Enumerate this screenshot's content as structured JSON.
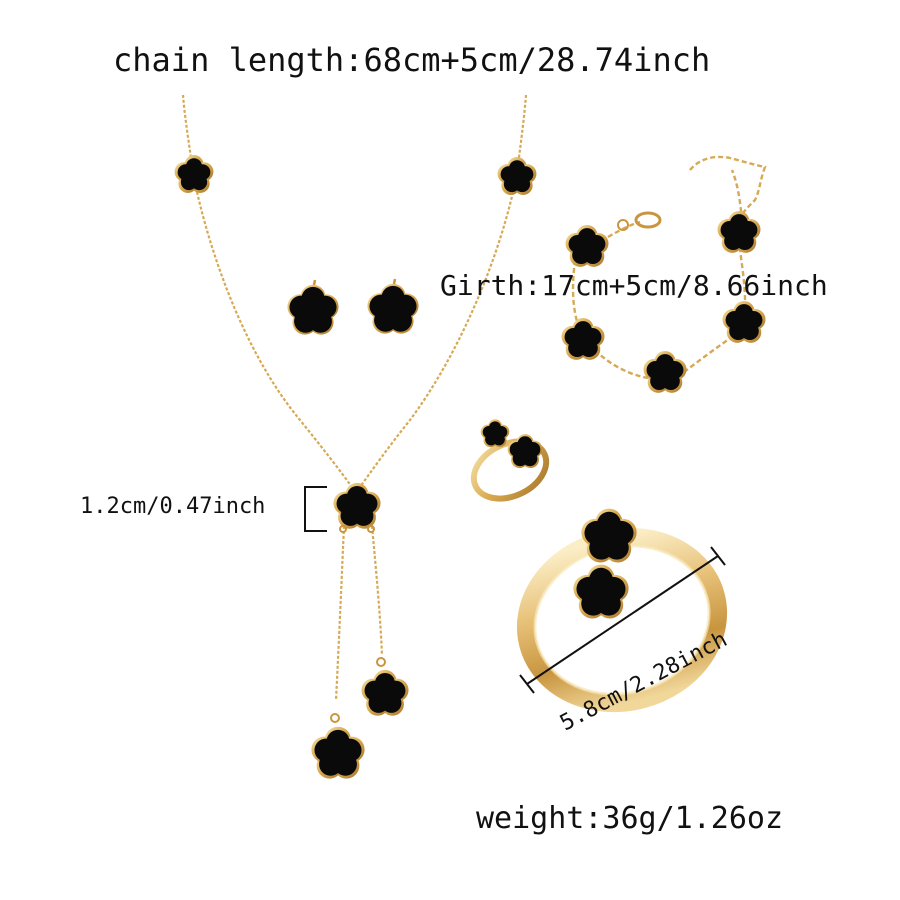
{
  "labels": {
    "chain_length": "chain length:68cm+5cm/28.74inch",
    "girth": "Girth:17cm+5cm/8.66inch",
    "pendant_size": "1.2cm/0.47inch",
    "bangle_size": "5.8cm/2.28inch",
    "weight": "weight:36g/1.26oz"
  },
  "colors": {
    "background": "#ffffff",
    "gold": "#d9a950",
    "gold_light": "#f3dca0",
    "gold_dark": "#a7772c",
    "enamel": "#0a0a0a",
    "text": "#111111"
  },
  "items": [
    "necklace",
    "stud-earrings",
    "bracelet",
    "ring",
    "bangle"
  ],
  "motif": "five-petal-flower"
}
